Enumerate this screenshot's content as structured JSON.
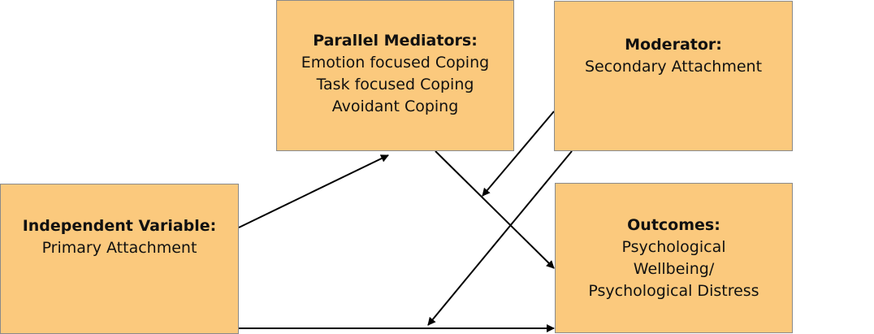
{
  "mediators": {
    "title": "Parallel Mediators:",
    "lines": [
      "Emotion focused Coping",
      "Task focused Coping",
      "Avoidant Coping"
    ]
  },
  "moderator": {
    "title": "Moderator:",
    "lines": [
      "Secondary Attachment"
    ]
  },
  "independent_variable": {
    "title": "Independent Variable:",
    "lines": [
      "Primary Attachment"
    ]
  },
  "outcomes": {
    "title": "Outcomes:",
    "lines": [
      "Psychological",
      "Wellbeing/",
      "Psychological Distress"
    ]
  },
  "colors": {
    "box_fill": "#fbc97d",
    "box_border": "#8a8a8a",
    "arrow": "#000000"
  }
}
